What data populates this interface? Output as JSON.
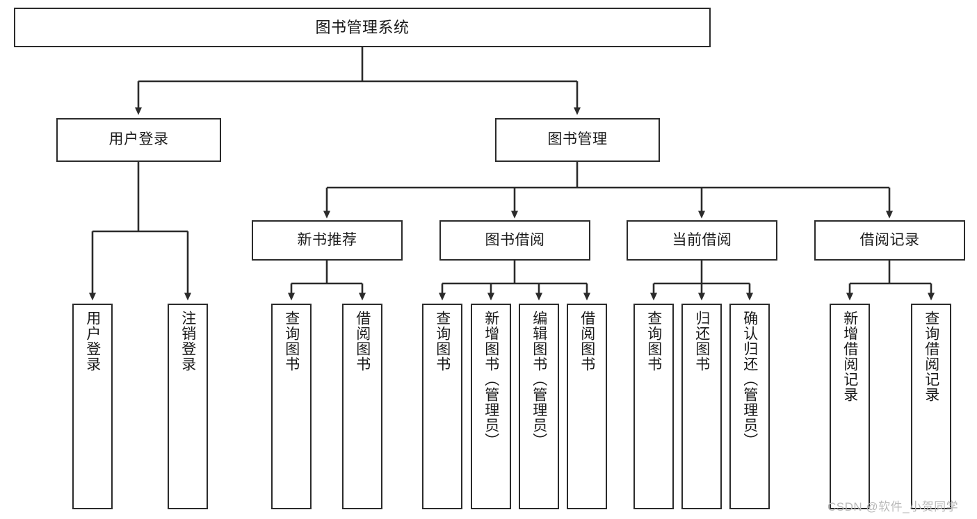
{
  "diagram": {
    "title": "图书管理系统",
    "type": "function-structure-tree",
    "colors": {
      "box_border": "#2b2b2b",
      "box_fill": "#ffffff",
      "connector": "#2b2b2b",
      "text": "#1a1a1a",
      "watermark": "#b9b9b9",
      "background": "#ffffff"
    },
    "root": {
      "label": "图书管理系统"
    },
    "level1": [
      {
        "label": "用户登录"
      },
      {
        "label": "图书管理"
      }
    ],
    "level2": [
      {
        "label": "新书推荐"
      },
      {
        "label": "图书借阅"
      },
      {
        "label": "当前借阅"
      },
      {
        "label": "借阅记录"
      }
    ],
    "leaves": {
      "user_login": [
        {
          "label": "用户登录"
        },
        {
          "label": "注销登录"
        }
      ],
      "new_book_recommend": [
        {
          "label": "查询图书"
        },
        {
          "label": "借阅图书"
        }
      ],
      "book_borrow": [
        {
          "label": "查询图书"
        },
        {
          "label": "新增图书（管理员）"
        },
        {
          "label": "编辑图书（管理员）"
        },
        {
          "label": "借阅图书"
        }
      ],
      "current_borrow": [
        {
          "label": "查询图书"
        },
        {
          "label": "归还图书"
        },
        {
          "label": "确认归还（管理员）"
        }
      ],
      "borrow_record": [
        {
          "label": "新增借阅记录"
        },
        {
          "label": "查询借阅记录"
        }
      ]
    }
  },
  "watermark": {
    "text": "CSDN @软件_小贺同学"
  }
}
